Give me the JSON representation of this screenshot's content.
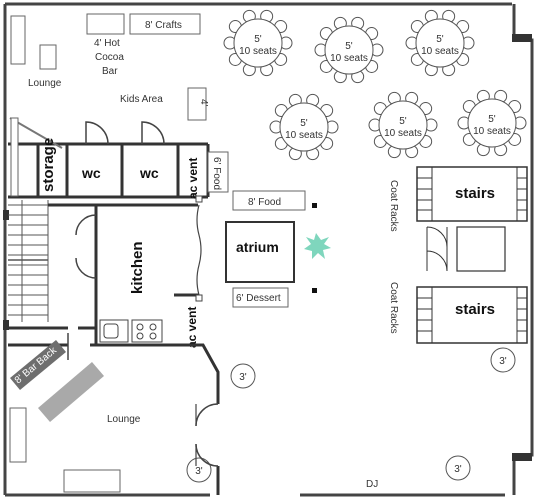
{
  "tables": {
    "size": "5'",
    "seats": "10 seats",
    "items": [
      {
        "id": "t1",
        "size": "5'",
        "seats": "10 seats"
      },
      {
        "id": "t2",
        "size": "5'",
        "seats": "10 seats"
      },
      {
        "id": "t3",
        "size": "5'",
        "seats": "10 seats"
      },
      {
        "id": "t4",
        "size": "5'",
        "seats": "10 seats"
      },
      {
        "id": "t5",
        "size": "5'",
        "seats": "10 seats"
      },
      {
        "id": "t6",
        "size": "5'",
        "seats": "10 seats"
      }
    ]
  },
  "small_tables": [
    "3'",
    "3'",
    "3'",
    "3'"
  ],
  "labels": {
    "crafts": "8' Crafts",
    "cocoa_1": "4' Hot",
    "cocoa_2": "Cocoa",
    "cocoa_3": "Bar",
    "lounge_top": "Lounge",
    "kids_area": "Kids Area",
    "four_ft": "4'",
    "storage": "storage",
    "wc1": "wc",
    "wc2": "wc",
    "ac_vent_top": "ac vent",
    "six_food": "6' Food",
    "eight_food": "8' Food",
    "atrium": "atrium",
    "kitchen": "kitchen",
    "ac_vent_bottom": "ac vent",
    "six_dessert": "6' Dessert",
    "coat_racks_1": "Coat Racks",
    "coat_racks_2": "Coat Racks",
    "stairs_1": "stairs",
    "stairs_2": "stairs",
    "bar_back": "8' Bar Back",
    "lounge_bottom": "Lounge",
    "dj": "DJ"
  },
  "colors": {
    "wall": "#333333",
    "bar_back": "#6e6e6e",
    "bar": "#a9a9a9",
    "star": "#7fd6bd",
    "line": "#555555"
  }
}
